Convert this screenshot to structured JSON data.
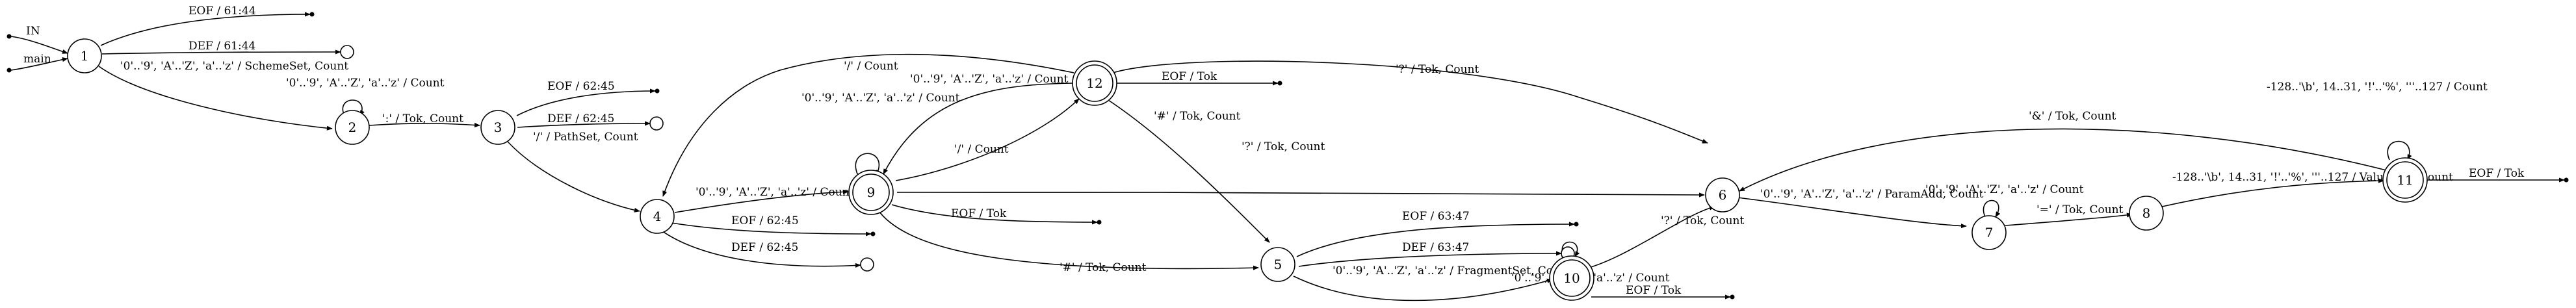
{
  "entries": [
    {
      "id": "in",
      "label": "IN"
    },
    {
      "id": "main",
      "label": "main"
    }
  ],
  "states": [
    {
      "id": "1",
      "label": "1",
      "accepting": false
    },
    {
      "id": "2",
      "label": "2",
      "accepting": false
    },
    {
      "id": "3",
      "label": "3",
      "accepting": false
    },
    {
      "id": "4",
      "label": "4",
      "accepting": false
    },
    {
      "id": "9",
      "label": "9",
      "accepting": true
    },
    {
      "id": "12",
      "label": "12",
      "accepting": true
    },
    {
      "id": "5",
      "label": "5",
      "accepting": false
    },
    {
      "id": "10",
      "label": "10",
      "accepting": true
    },
    {
      "id": "6",
      "label": "6",
      "accepting": false
    },
    {
      "id": "7",
      "label": "7",
      "accepting": false
    },
    {
      "id": "8",
      "label": "8",
      "accepting": false
    },
    {
      "id": "11",
      "label": "11",
      "accepting": true
    }
  ],
  "edges": [
    {
      "id": "e-1-eof",
      "label": "EOF / 61:44"
    },
    {
      "id": "e-1-def",
      "label": "DEF / 61:44"
    },
    {
      "id": "e-1-2",
      "label": "'0'..'9', 'A'..'Z', 'a'..'z' / SchemeSet, Count"
    },
    {
      "id": "e-2-2",
      "label": "'0'..'9', 'A'..'Z', 'a'..'z' / Count"
    },
    {
      "id": "e-2-3",
      "label": "':' / Tok, Count"
    },
    {
      "id": "e-3-eof",
      "label": "EOF / 62:45"
    },
    {
      "id": "e-3-def",
      "label": "DEF / 62:45"
    },
    {
      "id": "e-3-4",
      "label": "'/' / PathSet, Count"
    },
    {
      "id": "e-4-9",
      "label": "'0'..'9', 'A'..'Z', 'a'..'z' / Count"
    },
    {
      "id": "e-4-eof",
      "label": "EOF / 62:45"
    },
    {
      "id": "e-4-def",
      "label": "DEF / 62:45"
    },
    {
      "id": "e-12-4",
      "label": "'/' / Count"
    },
    {
      "id": "e-12-9",
      "label": "'0'..'9', 'A'..'Z', 'a'..'z' / Count"
    },
    {
      "id": "e-9-9",
      "label": "'0'..'9', 'A'..'Z', 'a'..'z' / Count"
    },
    {
      "id": "e-9-12",
      "label": "'/' / Count"
    },
    {
      "id": "e-12-eof",
      "label": "EOF / Tok"
    },
    {
      "id": "e-12-6",
      "label": "'?' / Tok, Count"
    },
    {
      "id": "e-12-5",
      "label": "'#' / Tok, Count"
    },
    {
      "id": "e-9-6",
      "label": "'?' / Tok, Count"
    },
    {
      "id": "e-9-eof",
      "label": "EOF / Tok"
    },
    {
      "id": "e-9-5",
      "label": "'#' / Tok, Count"
    },
    {
      "id": "e-5-eof",
      "label": "EOF / 63:47"
    },
    {
      "id": "e-5-def",
      "label": "DEF / 63:47"
    },
    {
      "id": "e-5-10",
      "label": "'0'..'9', 'A'..'Z', 'a'..'z' / FragmentSet, Count"
    },
    {
      "id": "e-10-10",
      "label": "'0'..'9', 'A'..'Z', 'a'..'z' / Count"
    },
    {
      "id": "e-10-eof",
      "label": "EOF / Tok"
    },
    {
      "id": "e-10-6",
      "label": "'?' / Tok, Count"
    },
    {
      "id": "e-6-7",
      "label": "'0'..'9', 'A'..'Z', 'a'..'z' / ParamAdd, Count"
    },
    {
      "id": "e-7-7",
      "label": "'0'..'9', 'A'..'Z', 'a'..'z' / Count"
    },
    {
      "id": "e-7-8",
      "label": "'=' / Tok, Count"
    },
    {
      "id": "e-8-11",
      "label": "-128..'\\b', 14..31, '!'..'%', '''..127 / ValueAdd, Count"
    },
    {
      "id": "e-11-11",
      "label": "-128..'\\b', 14..31, '!'..'%', '''..127 / Count"
    },
    {
      "id": "e-11-6",
      "label": "'&' / Tok, Count"
    },
    {
      "id": "e-11-eof",
      "label": "EOF / Tok"
    }
  ]
}
